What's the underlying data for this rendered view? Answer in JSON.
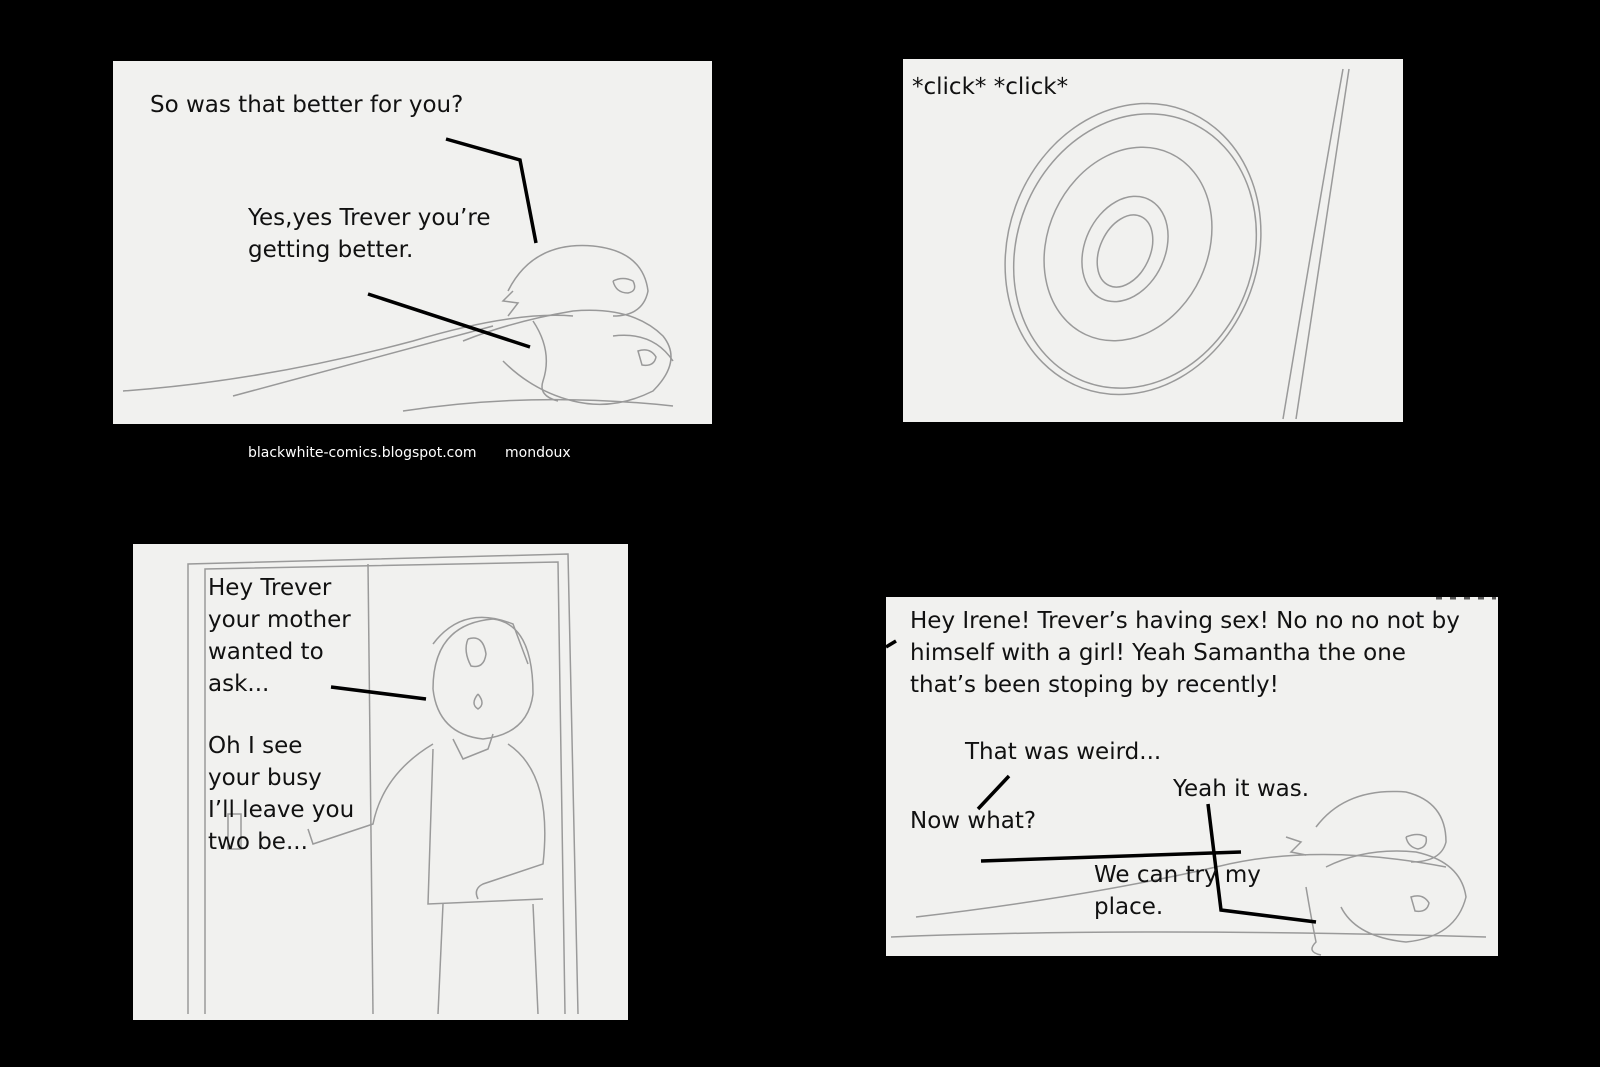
{
  "panel1": {
    "line1": "So was that better for you?",
    "line2": "Yes,yes Trever you’re\ngetting better."
  },
  "credits": {
    "site": "blackwhite-comics.blogspot.com",
    "author": "mondoux"
  },
  "panel2": {
    "sfx": "*click* *click*"
  },
  "panel3": {
    "line1": "Hey Trever\nyour mother\nwanted to\nask...",
    "line2": "Oh I see\nyour busy\nI’ll leave you\ntwo be..."
  },
  "panel4": {
    "line1": "Hey Irene! Trever’s having sex! No no no not by\nhimself with a girl! Yeah Samantha the one\nthat’s been stoping by recently!",
    "line2": "That was weird...",
    "line3": "Yeah it was.",
    "line4": "Now what?",
    "line5": "We can try my\nplace."
  }
}
